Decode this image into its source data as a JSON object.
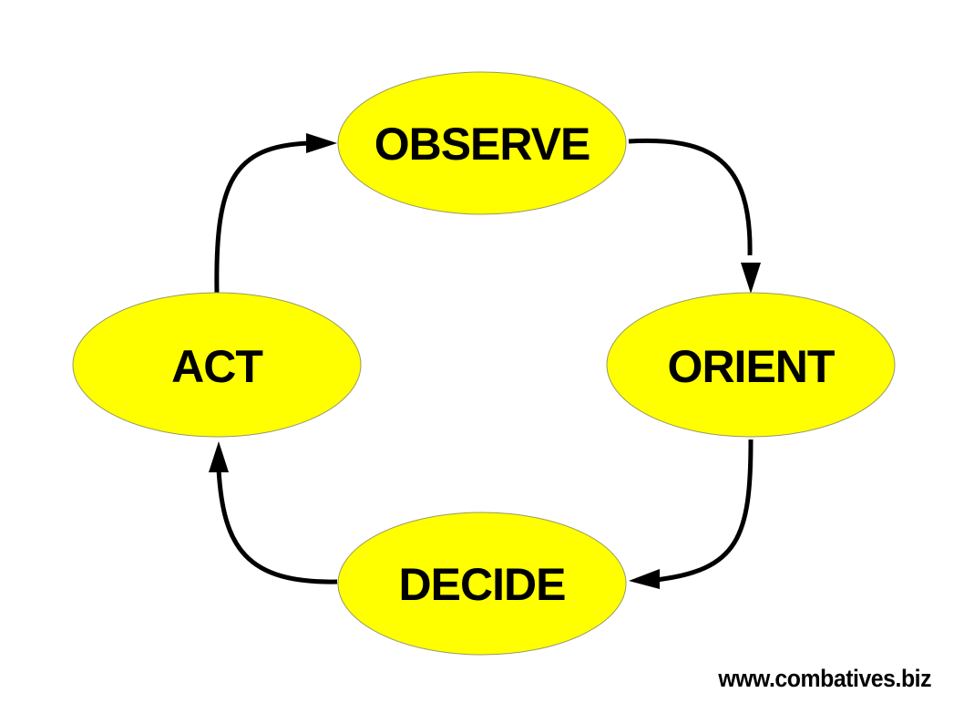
{
  "diagram": {
    "nodes": {
      "observe": "OBSERVE",
      "orient": "ORIENT",
      "decide": "DECIDE",
      "act": "ACT"
    },
    "colors": {
      "node_fill": "#ffff00",
      "node_stroke": "#999966",
      "arrow": "#000000",
      "text": "#000000"
    },
    "edges": [
      {
        "from": "observe",
        "to": "orient"
      },
      {
        "from": "orient",
        "to": "decide"
      },
      {
        "from": "decide",
        "to": "act"
      },
      {
        "from": "act",
        "to": "observe"
      }
    ]
  },
  "footer": {
    "url": "www.combatives.biz"
  }
}
